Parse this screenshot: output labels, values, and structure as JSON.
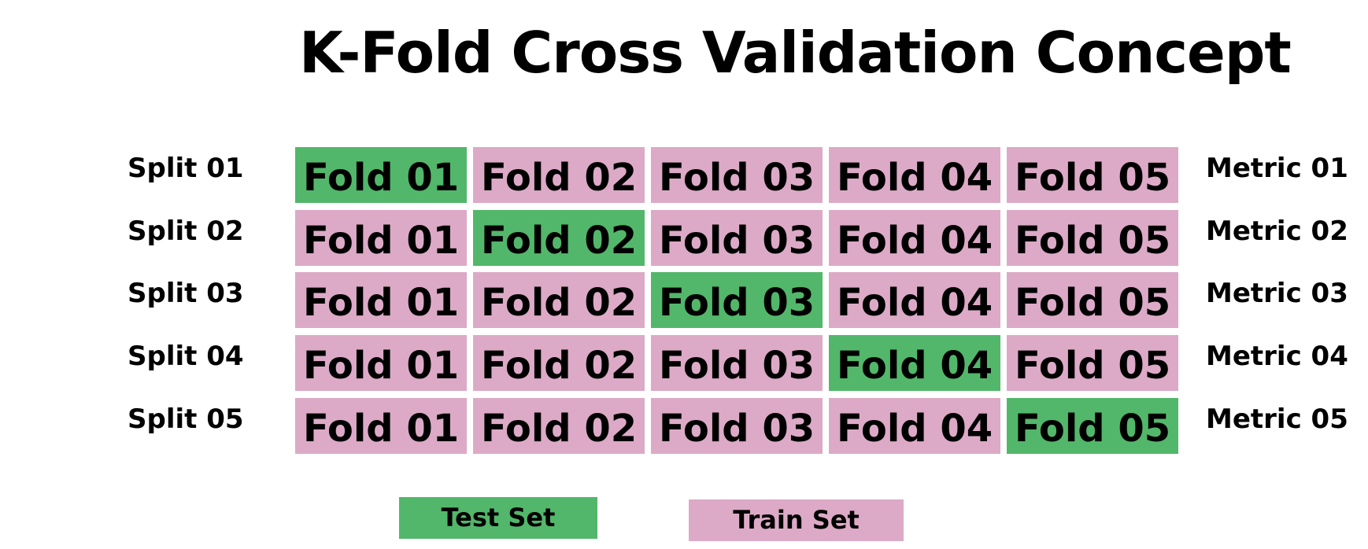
{
  "title": "K-Fold Cross Validation Concept",
  "colors": {
    "test": "#52b76a",
    "train": "#dcaac6"
  },
  "folds": [
    "Fold 01",
    "Fold 02",
    "Fold 03",
    "Fold 04",
    "Fold 05"
  ],
  "splits": [
    {
      "label": "Split 01",
      "metric": "Metric 01",
      "test_fold": 1
    },
    {
      "label": "Split 02",
      "metric": "Metric 02",
      "test_fold": 2
    },
    {
      "label": "Split 03",
      "metric": "Metric 03",
      "test_fold": 3
    },
    {
      "label": "Split 04",
      "metric": "Metric 04",
      "test_fold": 4
    },
    {
      "label": "Split 05",
      "metric": "Metric 05",
      "test_fold": 5
    }
  ],
  "legend": {
    "test_label": "Test Set",
    "train_label": "Train Set"
  }
}
